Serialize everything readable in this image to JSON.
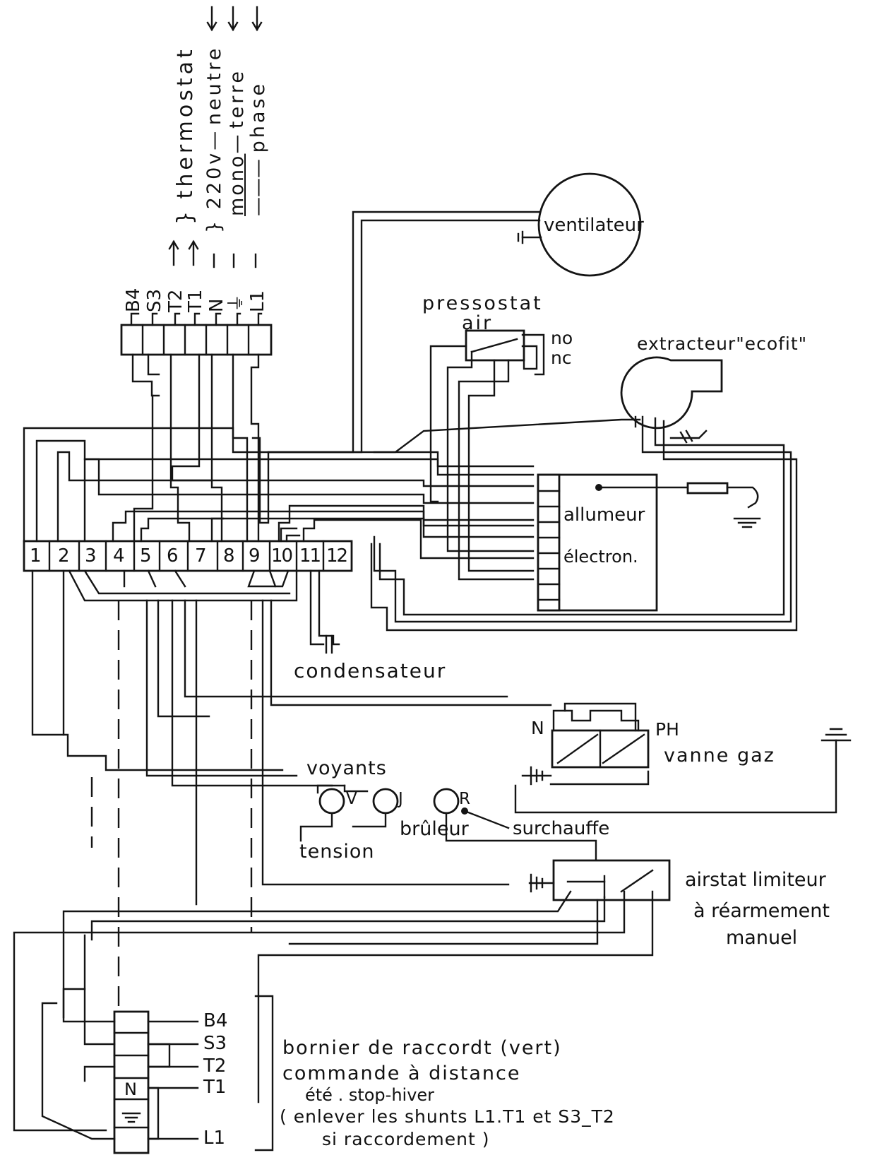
{
  "top_terminals": [
    "B4",
    "S3",
    "T2",
    "T1",
    "N",
    "⏚",
    "L1"
  ],
  "supply_labels": {
    "thermostat": "thermostat",
    "neutre": "neutre",
    "terre": "terre",
    "phase": "phase",
    "volt": "220v",
    "mono": "mono"
  },
  "main_terminals": [
    "1",
    "2",
    "3",
    "4",
    "5",
    "6",
    "7",
    "8",
    "9",
    "10",
    "11",
    "12"
  ],
  "components": {
    "ventilateur": "ventilateur",
    "pressostat_1": "pressostat",
    "pressostat_2": "air",
    "no": "no",
    "nc": "nc",
    "extracteur": "extracteur\"ecofit\"",
    "allumeur_1": "allumeur",
    "allumeur_2": "électron.",
    "condensateur": "condensateur",
    "vanne_n": "N",
    "vanne_ph": "PH",
    "vanne_gaz": "vanne gaz",
    "voyants": "voyants",
    "v": "V",
    "j": "J",
    "r": "R",
    "tension": "tension",
    "bruleur": "brûleur",
    "surchauffe": "surchauffe",
    "airstat_1": "airstat limiteur",
    "airstat_2": "à réarmement",
    "airstat_3": "manuel"
  },
  "bottom_terminals": [
    "B4",
    "S3",
    "T2",
    "T1",
    "L1"
  ],
  "bottom_block_marks": [
    "N"
  ],
  "notes": {
    "line1": "bornier de raccordt (vert)",
    "line2": "commande à  distance",
    "line3": "été . stop-hiver",
    "line4": "( enlever les shunts L1.T1 et S3_T2",
    "line5": "si raccordement )"
  }
}
